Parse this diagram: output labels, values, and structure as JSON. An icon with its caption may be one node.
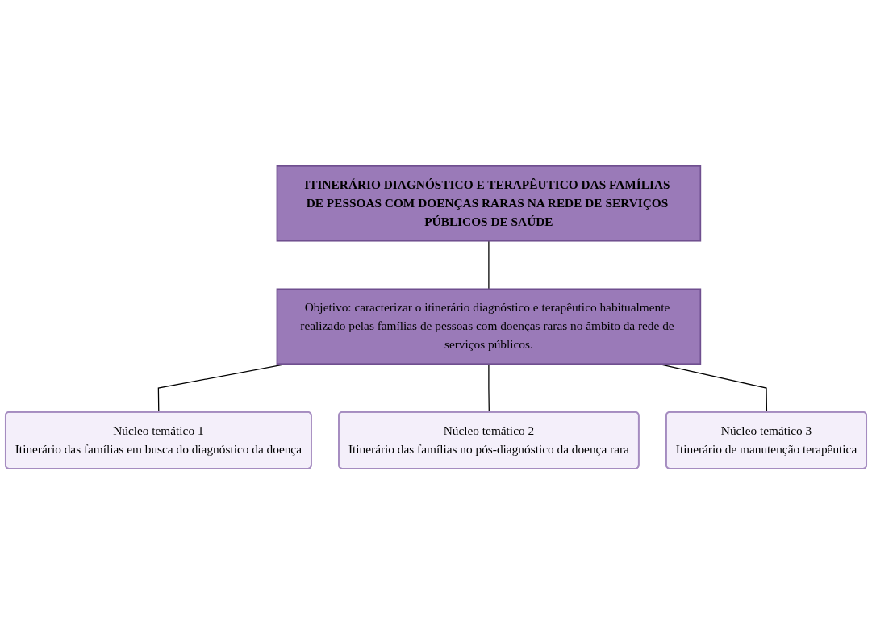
{
  "diagram": {
    "nodes": [
      {
        "text": [
          "ITINERÁRIO DIAGNÓSTICO E TERAPÊUTICO DAS FAMÍLIAS DE PESSOAS COM DOENÇAS RARAS NA REDE DE SERVIÇOS PÚBLICOS DE SAÚDE"
        ]
      },
      {
        "text": [
          "Objetivo: caracterizar o itinerário diagnóstico e terapêutico habitualmente realizado pelas famílias de pessoas com doenças raras no âmbito da rede de serviços públicos."
        ]
      },
      {
        "text": [
          "Núcleo temático 1",
          "Itinerário das famílias em busca do diagnóstico da doença"
        ]
      },
      {
        "text": [
          "Núcleo temático 2",
          "Itinerário das famílias no pós-diagnóstico da doença rara"
        ]
      },
      {
        "text": [
          "Núcleo temático 3",
          "Itinerário de manutenção terapêutica"
        ]
      }
    ],
    "edges": [
      {
        "from": 0,
        "to": 1,
        "arrow": "none"
      },
      {
        "from": 1,
        "to": 2,
        "arrow": "none"
      },
      {
        "from": 1,
        "to": 3,
        "arrow": "none"
      },
      {
        "from": 1,
        "to": 4,
        "arrow": "none"
      }
    ]
  }
}
